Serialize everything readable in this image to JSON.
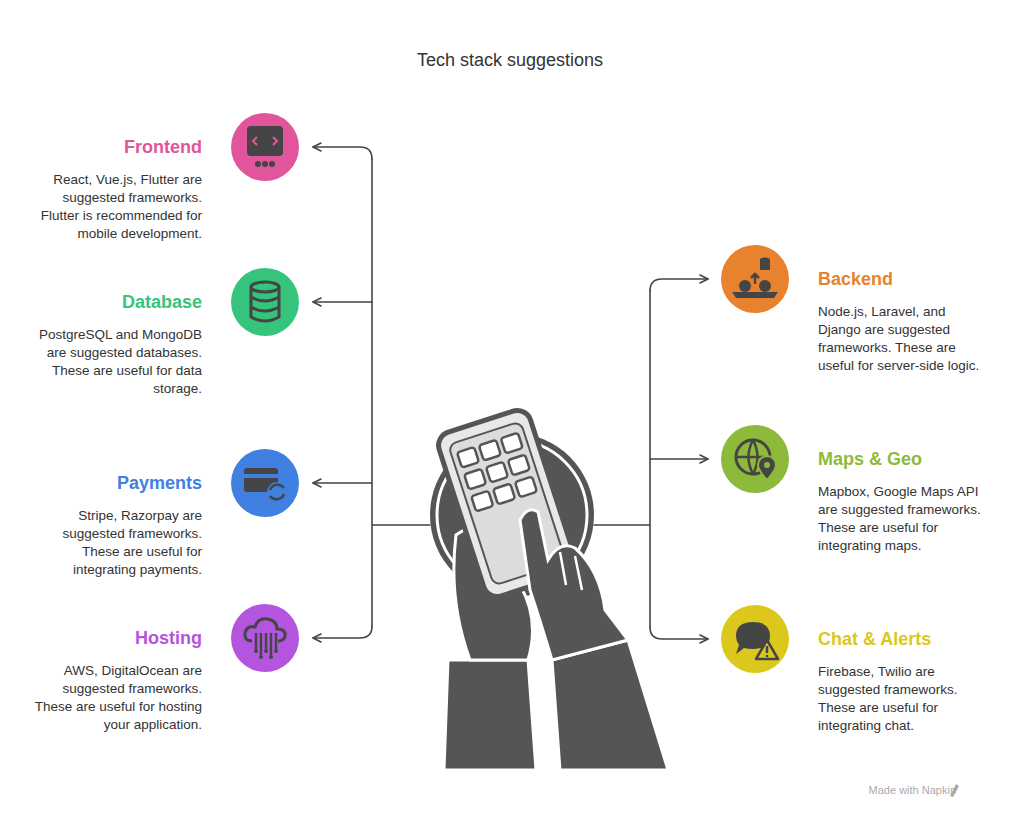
{
  "diagram": {
    "title": "Tech stack suggestions",
    "nodes": [
      {
        "text": [
          "Frontend",
          "React, Vue.js, Flutter are suggested frameworks. Flutter is recommended for mobile development."
        ]
      },
      {
        "text": [
          "Database",
          "PostgreSQL and MongoDB are suggested databases. These are useful for data storage."
        ]
      },
      {
        "text": [
          "Payments",
          "Stripe, Razorpay are suggested frameworks. These are useful for integrating payments."
        ]
      },
      {
        "text": [
          "Hosting",
          "AWS, DigitalOcean are suggested frameworks. These are useful for hosting your application."
        ]
      },
      {
        "text": [
          "Backend",
          "Node.js, Laravel, and Django are suggested frameworks. These are useful for server-side logic."
        ]
      },
      {
        "text": [
          "Maps & Geo",
          "Mapbox, Google Maps API are suggested frameworks. These are useful for integrating maps."
        ]
      },
      {
        "text": [
          "Chat & Alerts",
          "Firebase, Twilio are suggested frameworks. These are useful for integrating chat."
        ]
      }
    ],
    "labels": [
      "Made with Napkin"
    ]
  }
}
